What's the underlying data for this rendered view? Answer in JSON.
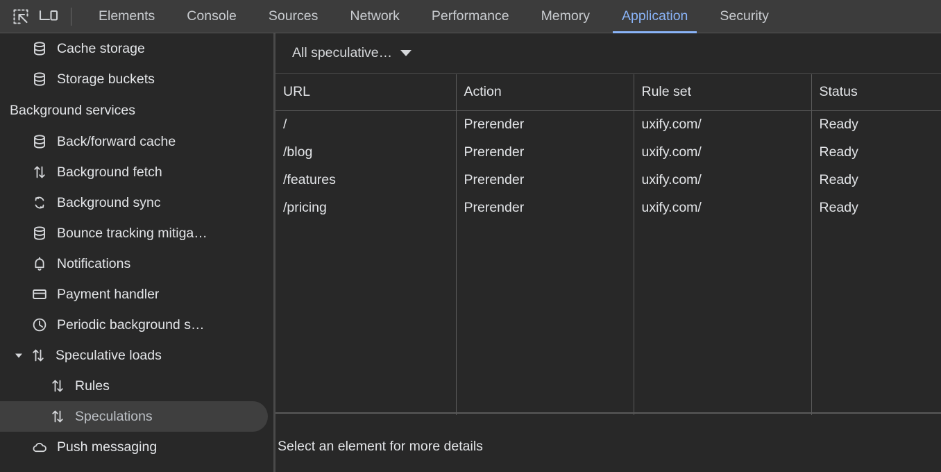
{
  "toolbar": {
    "inspect_icon": "inspect-cursor-icon",
    "device_icon": "device-toolbar-icon",
    "tabs": [
      {
        "label": "Elements",
        "active": false
      },
      {
        "label": "Console",
        "active": false
      },
      {
        "label": "Sources",
        "active": false
      },
      {
        "label": "Network",
        "active": false
      },
      {
        "label": "Performance",
        "active": false
      },
      {
        "label": "Memory",
        "active": false
      },
      {
        "label": "Application",
        "active": true
      },
      {
        "label": "Security",
        "active": false
      }
    ],
    "active_tab": "Application",
    "active_tab_color": "#8ab4f8"
  },
  "sidebar": {
    "items": [
      {
        "label": "Cache storage",
        "icon": "database-icon",
        "level": 1
      },
      {
        "label": "Storage buckets",
        "icon": "database-icon",
        "level": 1
      },
      {
        "label": "Background services",
        "icon": "",
        "level": 0,
        "type": "section"
      },
      {
        "label": "Back/forward cache",
        "icon": "database-icon",
        "level": 1
      },
      {
        "label": "Background fetch",
        "icon": "arrows-updown-icon",
        "level": 1
      },
      {
        "label": "Background sync",
        "icon": "sync-icon",
        "level": 1
      },
      {
        "label": "Bounce tracking mitiga…",
        "icon": "database-icon",
        "level": 1
      },
      {
        "label": "Notifications",
        "icon": "bell-icon",
        "level": 1
      },
      {
        "label": "Payment handler",
        "icon": "credit-card-icon",
        "level": 1
      },
      {
        "label": "Periodic background s…",
        "icon": "clock-icon",
        "level": 1
      },
      {
        "label": "Speculative loads",
        "icon": "arrows-updown-icon",
        "level": 1,
        "expanded": true
      },
      {
        "label": "Rules",
        "icon": "arrows-updown-icon",
        "level": 2
      },
      {
        "label": "Speculations",
        "icon": "arrows-updown-icon",
        "level": 2,
        "selected": true
      },
      {
        "label": "Push messaging",
        "icon": "cloud-icon",
        "level": 1
      }
    ],
    "selected_item": "Speculations",
    "selected_bg": "#3f3f3f"
  },
  "main": {
    "filter": {
      "selected": "All speculative…",
      "caret_icon": "chevron-down-icon"
    },
    "table": {
      "columns": [
        "URL",
        "Action",
        "Rule set",
        "Status"
      ],
      "rows": [
        {
          "url": "/",
          "action": "Prerender",
          "ruleset": "uxify.com/",
          "status": "Ready"
        },
        {
          "url": "/blog",
          "action": "Prerender",
          "ruleset": "uxify.com/",
          "status": "Ready"
        },
        {
          "url": "/features",
          "action": "Prerender",
          "ruleset": "uxify.com/",
          "status": "Ready"
        },
        {
          "url": "/pricing",
          "action": "Prerender",
          "ruleset": "uxify.com/",
          "status": "Ready"
        }
      ]
    },
    "details_placeholder": "Select an element for more details"
  },
  "colors": {
    "toolbar_bg": "#3c3c3c",
    "panel_bg": "#282828",
    "text": "#e3e5e8",
    "accent": "#8ab4f8",
    "border": "#5a5a5a"
  }
}
